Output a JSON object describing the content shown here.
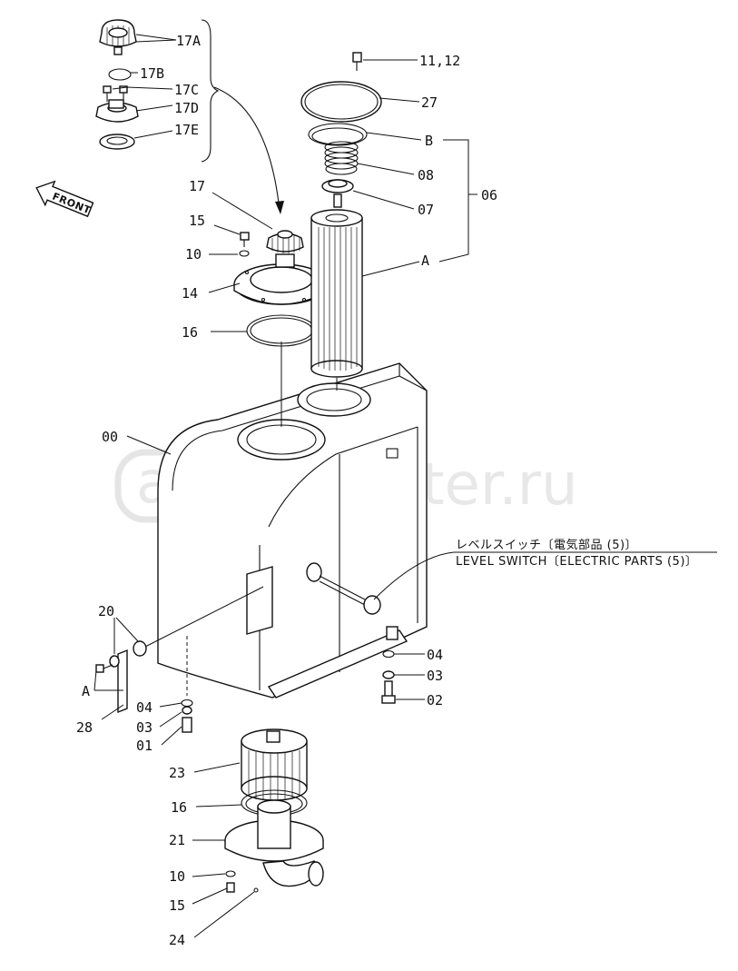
{
  "watermark": "autopiter.ru",
  "front_label": "FRONT",
  "level_switch": {
    "jp": "レベルスイッチ〔電気部品 (5)〕",
    "en": "LEVEL SWITCH〔ELECTRIC PARTS (5)〕"
  },
  "callouts": {
    "c17A": "17A",
    "c17B": "17B",
    "c17C": "17C",
    "c17D": "17D",
    "c17E": "17E",
    "c17": "17",
    "c15a": "15",
    "c10a": "10",
    "c14": "14",
    "c16a": "16",
    "c11_12": "11,12",
    "c27": "27",
    "cB": "B",
    "c08": "08",
    "c06": "06",
    "c07": "07",
    "cA1": "A",
    "c00": "00",
    "c20": "20",
    "cA2": "A",
    "c28": "28",
    "c04a": "04",
    "c03a": "03",
    "c01": "01",
    "c04b": "04",
    "c03b": "03",
    "c02": "02",
    "c23": "23",
    "c16b": "16",
    "c21": "21",
    "c10b": "10",
    "c15b": "15",
    "c24": "24"
  }
}
